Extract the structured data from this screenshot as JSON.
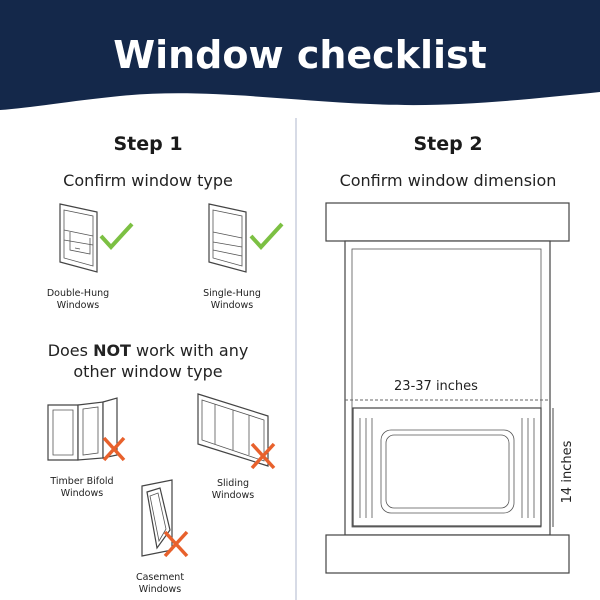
{
  "header": {
    "title": "Window checklist"
  },
  "step1": {
    "heading": "Step 1",
    "subtitle": "Confirm window type",
    "compatible": [
      {
        "label_line1": "Double-Hung",
        "label_line2": "Windows",
        "status": "check-icon"
      },
      {
        "label_line1": "Single-Hung",
        "label_line2": "Windows",
        "status": "check-icon"
      }
    ],
    "warning_pre": "Does ",
    "warning_bold": "NOT",
    "warning_post": " work with any",
    "warning_line2": "other window type",
    "incompatible": [
      {
        "label_line1": "Timber Bifold",
        "label_line2": "Windows",
        "status": "x-icon"
      },
      {
        "label_line1": "Sliding",
        "label_line2": "Windows",
        "status": "x-icon"
      },
      {
        "label_line1": "Casement",
        "label_line2": "Windows",
        "status": "x-icon"
      }
    ]
  },
  "step2": {
    "heading": "Step 2",
    "subtitle": "Confirm window dimension",
    "width_label": "23-37 inches",
    "height_label": "14 inches"
  },
  "colors": {
    "header": "#14284a",
    "check": "#7cc043",
    "cross": "#e8612c",
    "divider": "#d7dbe6"
  }
}
